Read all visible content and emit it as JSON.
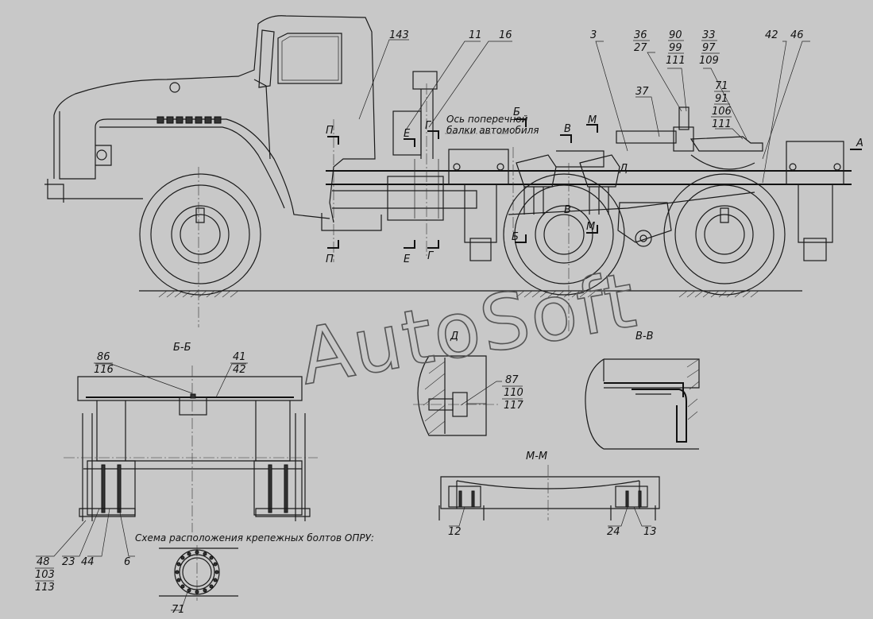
{
  "watermark": "AutoSoft",
  "side_view": {
    "callouts": {
      "c143": "143",
      "c11": "11",
      "c16": "16",
      "c3": "3",
      "c36": "36",
      "c27": "27",
      "c90": "90",
      "c99": "99",
      "c111a": "111",
      "c33": "33",
      "c97": "97",
      "c109": "109",
      "c42": "42",
      "c46": "46",
      "c37": "37",
      "c71": "71",
      "c91": "91",
      "c106": "106",
      "c111b": "111"
    },
    "axis_note_line1": "Ось поперечной",
    "axis_note_line2": "балки автомобиля",
    "markers": {
      "P_top": "П",
      "P_bot": "П",
      "E_top": "Е",
      "G_top": "Г",
      "E_bot": "Е",
      "G_bot": "Г",
      "B_top": "Б",
      "B_bot": "Б",
      "V_top": "В",
      "V_mid": "В",
      "M_top": "М",
      "M_bot": "М",
      "D": "Д",
      "A": "А"
    }
  },
  "section_bb": {
    "title": "Б-Б",
    "callouts": {
      "c86": "86",
      "c116": "116",
      "c41": "41",
      "c42": "42",
      "c48": "48",
      "c103": "103",
      "c113": "113",
      "c23": "23",
      "c44": "44",
      "c6": "6"
    }
  },
  "view_d": {
    "title": "Д",
    "callouts": {
      "c87": "87",
      "c110": "110",
      "c117": "117"
    }
  },
  "section_vv": {
    "title": "В-В"
  },
  "section_mm": {
    "title": "М-М",
    "callouts": {
      "c12": "12",
      "c24": "24",
      "c13": "13"
    }
  },
  "bolt_scheme": {
    "caption": "Схема расположения крепежных болтов ОПРУ:",
    "callout": "71"
  }
}
